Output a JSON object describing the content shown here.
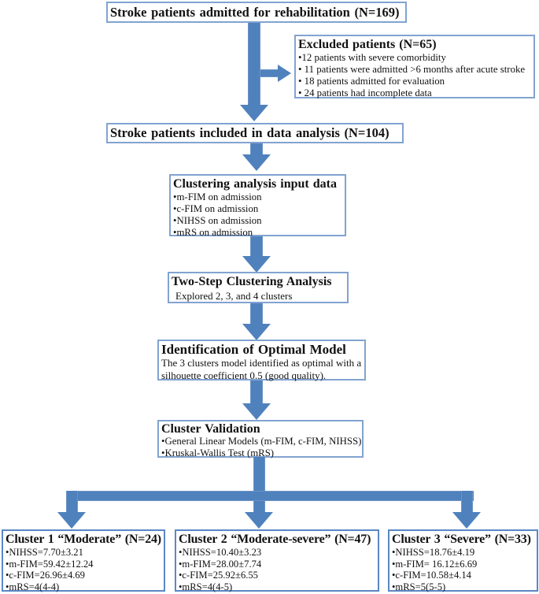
{
  "figure": {
    "type": "flowchart",
    "boxes": {
      "admitted": {
        "title": "Stroke patients admitted for rehabilitation (N=169)"
      },
      "excluded": {
        "title": "Excluded patients (N=65)",
        "items": [
          "•12 patients with severe comorbidity",
          "• 11 patients were admitted >6 months after acute stroke",
          "• 18 patients admitted for evaluation",
          "• 24 patients had incomplete data"
        ]
      },
      "included": {
        "title": "Stroke patients included in data analysis (N=104)"
      },
      "input_data": {
        "title": "Clustering analysis input data",
        "items": [
          "•m-FIM on admission",
          "•c-FIM on admission",
          "•NIHSS on admission",
          "•mRS on admission"
        ]
      },
      "two_step": {
        "title": "Two-Step Clustering Analysis",
        "subtitle": "Explored 2, 3, and 4 clusters"
      },
      "optimal_model": {
        "title": "Identification of Optimal Model",
        "body": "The 3 clusters model identified as optimal with a silhouette coefficient 0.5 (good quality)."
      },
      "validation": {
        "title": "Cluster Validation",
        "items": [
          "•General Linear Models (m-FIM, c-FIM, NIHSS)",
          "•Kruskal-Wallis Test (mRS)"
        ]
      },
      "cluster1": {
        "title": "Cluster 1 “Moderate” (N=24)",
        "items": [
          "•NIHSS=7.70±3.21",
          "•m-FIM=59.42±12.24",
          "•c-FIM=26.96±4.69",
          "•mRS=4(4-4)"
        ]
      },
      "cluster2": {
        "title": "Cluster 2 “Moderate-severe” (N=47)",
        "items": [
          "•NIHSS=10.40±3.23",
          "•m-FIM=28.00±7.74",
          "•c-FIM=25.92±6.55",
          "•mRS=4(4-5)"
        ]
      },
      "cluster3": {
        "title": "Cluster 3 “Severe” (N=33)",
        "items": [
          "•NIHSS=18.76±4.19",
          "•m-FIM= 16.12±6.69",
          "•c-FIM=10.58±4.14",
          "•mRS=5(5-5)"
        ]
      }
    },
    "colors": {
      "arrow_fill": "#4f81bd",
      "border_light": "#82a3d1",
      "border_strong": "#5b87c5",
      "text": "#111111",
      "bg": "#ffffff"
    }
  }
}
